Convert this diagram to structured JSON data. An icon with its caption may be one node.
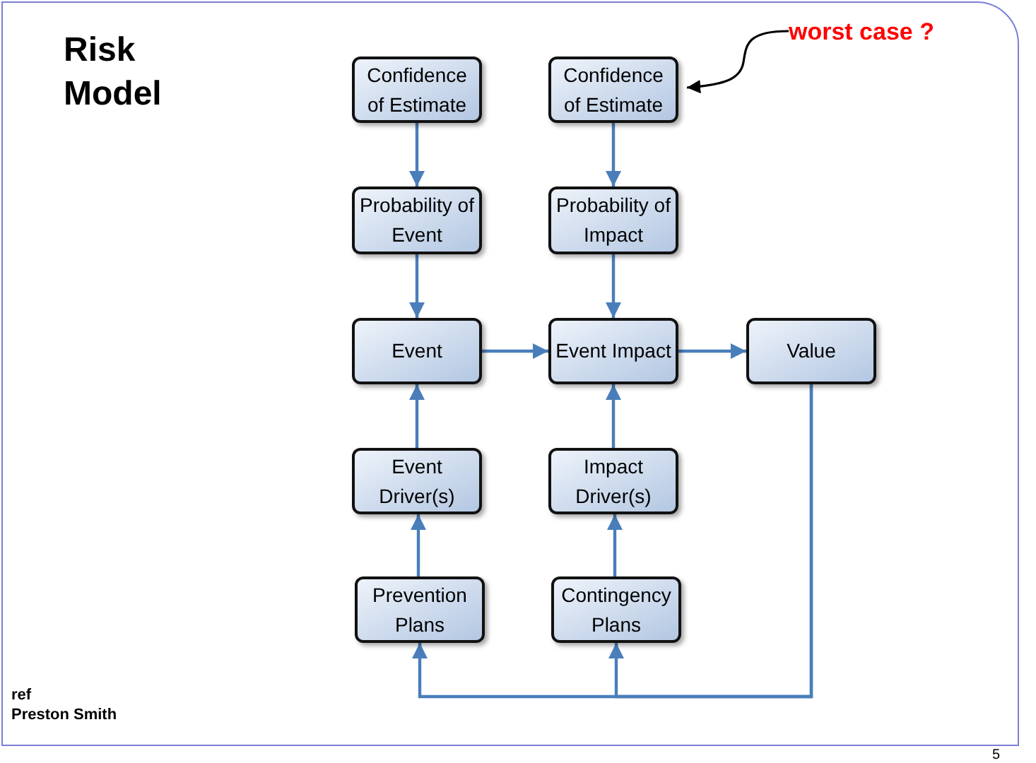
{
  "diagram": {
    "title": "Risk Model",
    "nodes": [
      {
        "text": [
          "Confidence of Estimate"
        ]
      },
      {
        "text": [
          "Confidence of Estimate"
        ]
      },
      {
        "text": [
          "Probability of Event"
        ]
      },
      {
        "text": [
          "Probability of Impact"
        ]
      },
      {
        "text": [
          "Event"
        ]
      },
      {
        "text": [
          "Event Impact"
        ]
      },
      {
        "text": [
          "Value"
        ]
      },
      {
        "text": [
          "Event Driver(s)"
        ]
      },
      {
        "text": [
          "Impact Driver(s)"
        ]
      },
      {
        "text": [
          "Prevention Plans"
        ]
      },
      {
        "text": [
          "Contingency Plans"
        ]
      },
      {
        "text": [
          "worst case ?"
        ]
      }
    ],
    "edges": [
      {
        "from": 0,
        "to": 2,
        "arrow": "to"
      },
      {
        "from": 1,
        "to": 3,
        "arrow": "to"
      },
      {
        "from": 2,
        "to": 4,
        "arrow": "to"
      },
      {
        "from": 3,
        "to": 5,
        "arrow": "to"
      },
      {
        "from": 4,
        "to": 5,
        "arrow": "to"
      },
      {
        "from": 5,
        "to": 6,
        "arrow": "to"
      },
      {
        "from": 7,
        "to": 4,
        "arrow": "to"
      },
      {
        "from": 8,
        "to": 5,
        "arrow": "to"
      },
      {
        "from": 9,
        "to": 7,
        "arrow": "to"
      },
      {
        "from": 10,
        "to": 8,
        "arrow": "to"
      },
      {
        "from": 6,
        "to": 9,
        "arrow": "to"
      },
      {
        "from": 6,
        "to": 10,
        "arrow": "to"
      },
      {
        "from": 11,
        "to": 1,
        "arrow": "to",
        "color": "#000000"
      }
    ],
    "labels": [
      "ref",
      "Preston Smith",
      "5"
    ]
  }
}
